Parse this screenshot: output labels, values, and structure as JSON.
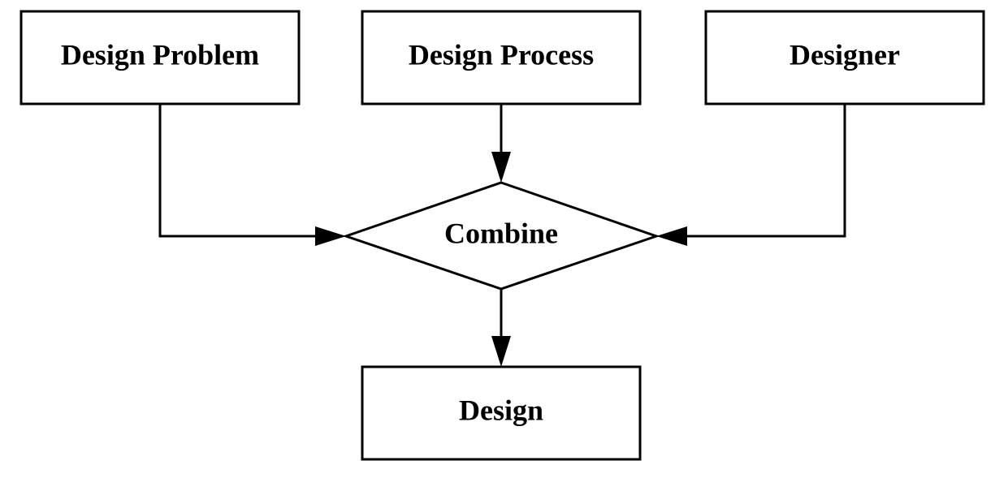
{
  "nodes": {
    "design_problem": "Design Problem",
    "design_process": "Design Process",
    "designer": "Designer",
    "combine": "Combine",
    "design": "Design"
  },
  "colors": {
    "stroke": "#000000",
    "fill": "#ffffff"
  }
}
